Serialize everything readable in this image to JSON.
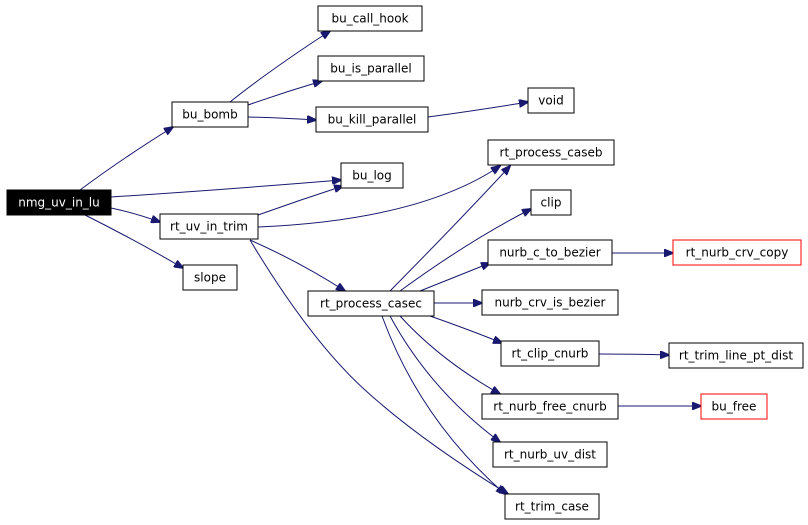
{
  "nodes": {
    "nmg_uv_in_lu": {
      "label": "nmg_uv_in_lu",
      "root": true
    },
    "bu_bomb": {
      "label": "bu_bomb"
    },
    "bu_call_hook": {
      "label": "bu_call_hook"
    },
    "bu_is_parallel": {
      "label": "bu_is_parallel"
    },
    "bu_kill_parallel": {
      "label": "bu_kill_parallel"
    },
    "void": {
      "label": "void"
    },
    "bu_log": {
      "label": "bu_log"
    },
    "rt_uv_in_trim": {
      "label": "rt_uv_in_trim"
    },
    "slope": {
      "label": "slope"
    },
    "rt_process_caseb": {
      "label": "rt_process_caseb"
    },
    "clip": {
      "label": "clip"
    },
    "nurb_c_to_bezier": {
      "label": "nurb_c_to_bezier"
    },
    "rt_nurb_crv_copy": {
      "label": "rt_nurb_crv_copy",
      "color": "#ff0000"
    },
    "rt_process_casec": {
      "label": "rt_process_casec"
    },
    "nurb_crv_is_bezier": {
      "label": "nurb_crv_is_bezier"
    },
    "rt_clip_cnurb": {
      "label": "rt_clip_cnurb"
    },
    "rt_trim_line_pt_dist": {
      "label": "rt_trim_line_pt_dist"
    },
    "rt_nurb_free_cnurb": {
      "label": "rt_nurb_free_cnurb"
    },
    "bu_free": {
      "label": "bu_free",
      "color": "#ff0000"
    },
    "rt_nurb_uv_dist": {
      "label": "rt_nurb_uv_dist"
    },
    "rt_trim_case": {
      "label": "rt_trim_case"
    }
  },
  "edges": [
    [
      "nmg_uv_in_lu",
      "bu_bomb"
    ],
    [
      "nmg_uv_in_lu",
      "bu_log"
    ],
    [
      "nmg_uv_in_lu",
      "rt_uv_in_trim"
    ],
    [
      "nmg_uv_in_lu",
      "slope"
    ],
    [
      "bu_bomb",
      "bu_call_hook"
    ],
    [
      "bu_bomb",
      "bu_is_parallel"
    ],
    [
      "bu_bomb",
      "bu_kill_parallel"
    ],
    [
      "bu_kill_parallel",
      "void"
    ],
    [
      "rt_uv_in_trim",
      "bu_log"
    ],
    [
      "rt_uv_in_trim",
      "rt_process_caseb"
    ],
    [
      "rt_uv_in_trim",
      "rt_process_casec"
    ],
    [
      "rt_uv_in_trim",
      "rt_trim_case"
    ],
    [
      "rt_process_casec",
      "rt_process_caseb"
    ],
    [
      "rt_process_casec",
      "clip"
    ],
    [
      "rt_process_casec",
      "nurb_c_to_bezier"
    ],
    [
      "rt_process_casec",
      "nurb_crv_is_bezier"
    ],
    [
      "rt_process_casec",
      "rt_clip_cnurb"
    ],
    [
      "rt_process_casec",
      "rt_nurb_free_cnurb"
    ],
    [
      "rt_process_casec",
      "rt_nurb_uv_dist"
    ],
    [
      "rt_process_casec",
      "rt_trim_case"
    ],
    [
      "nurb_c_to_bezier",
      "rt_nurb_crv_copy"
    ],
    [
      "rt_clip_cnurb",
      "rt_trim_line_pt_dist"
    ],
    [
      "rt_nurb_free_cnurb",
      "bu_free"
    ]
  ]
}
